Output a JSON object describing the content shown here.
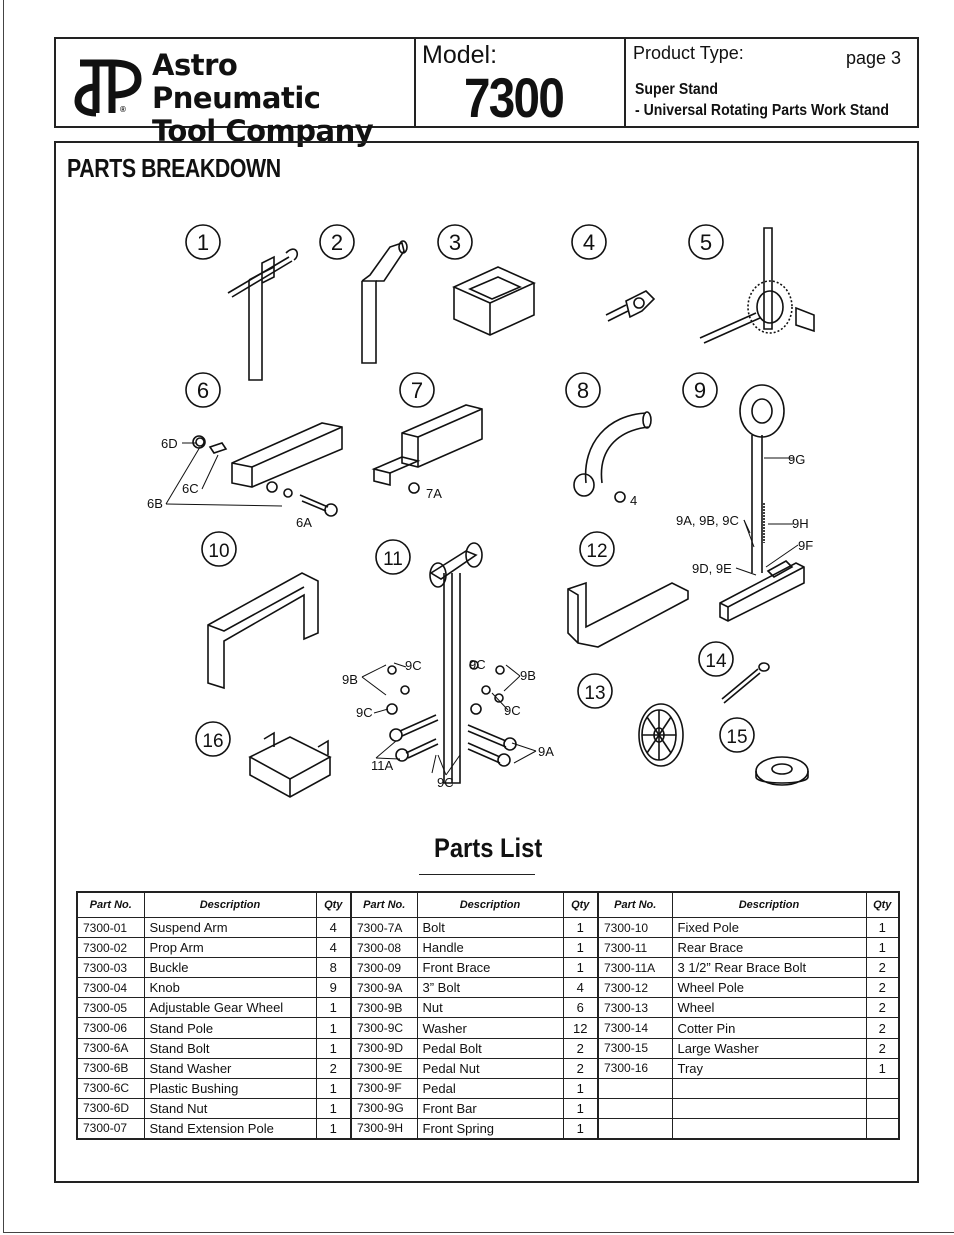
{
  "header": {
    "company_line1": "Astro Pneumatic",
    "company_line2": "Tool Company",
    "registered": "®",
    "model_label": "Model:",
    "model_number": "7300",
    "product_type_label": "Product Type:",
    "page": "page 3",
    "product_type_line1": "Super Stand",
    "product_type_line2": "- Universal Rotating Parts Work Stand"
  },
  "section_title": "PARTS BREAKDOWN",
  "diagram_labels": {
    "n1": "1",
    "n2": "2",
    "n3": "3",
    "n4": "4",
    "n5": "5",
    "n6": "6",
    "n7": "7",
    "n8": "8",
    "n9": "9",
    "n10": "10",
    "n11": "11",
    "n12": "12",
    "n13": "13",
    "n14": "14",
    "n15": "15",
    "n16": "16",
    "c6D": "6D",
    "c6C": "6C",
    "c6B": "6B",
    "c6A": "6A",
    "c7A": "7A",
    "c4": "4",
    "c9G": "9G",
    "c9ABC": "9A, 9B, 9C",
    "c9H": "9H",
    "c9F": "9F",
    "c9DE": "9D, 9E",
    "c9C_l": "9C",
    "c9C_r": "9C",
    "c9B_l": "9B",
    "c9B_r": "9B",
    "c9C_ml": "9C",
    "c9C_mr": "9C",
    "c9A": "9A",
    "c11A": "11A",
    "c9C_b": "9C"
  },
  "parts_list_title": "Parts List",
  "table_headers": {
    "part_no": "Part No.",
    "description": "Description",
    "qty": "Qty"
  },
  "parts": [
    [
      {
        "part_no": "7300-01",
        "description": "Suspend Arm",
        "qty": "4"
      },
      {
        "part_no": "7300-02",
        "description": "Prop Arm",
        "qty": "4"
      },
      {
        "part_no": "7300-03",
        "description": "Buckle",
        "qty": "8"
      },
      {
        "part_no": "7300-04",
        "description": "Knob",
        "qty": "9"
      },
      {
        "part_no": "7300-05",
        "description": "Adjustable Gear Wheel",
        "qty": "1"
      },
      {
        "part_no": "7300-06",
        "description": "Stand Pole",
        "qty": "1"
      },
      {
        "part_no": "7300-6A",
        "description": "Stand Bolt",
        "qty": "1"
      },
      {
        "part_no": "7300-6B",
        "description": "Stand Washer",
        "qty": "2"
      },
      {
        "part_no": "7300-6C",
        "description": "Plastic Bushing",
        "qty": "1"
      },
      {
        "part_no": "7300-6D",
        "description": "Stand Nut",
        "qty": "1"
      },
      {
        "part_no": "7300-07",
        "description": "Stand Extension Pole",
        "qty": "1"
      }
    ],
    [
      {
        "part_no": "7300-7A",
        "description": "Bolt",
        "qty": "1"
      },
      {
        "part_no": "7300-08",
        "description": "Handle",
        "qty": "1"
      },
      {
        "part_no": "7300-09",
        "description": "Front Brace",
        "qty": "1"
      },
      {
        "part_no": "7300-9A",
        "description": "3” Bolt",
        "qty": "4"
      },
      {
        "part_no": "7300-9B",
        "description": "Nut",
        "qty": "6"
      },
      {
        "part_no": "7300-9C",
        "description": "Washer",
        "qty": "12"
      },
      {
        "part_no": "7300-9D",
        "description": "Pedal Bolt",
        "qty": "2"
      },
      {
        "part_no": "7300-9E",
        "description": "Pedal Nut",
        "qty": "2"
      },
      {
        "part_no": "7300-9F",
        "description": "Pedal",
        "qty": "1"
      },
      {
        "part_no": "7300-9G",
        "description": "Front Bar",
        "qty": "1"
      },
      {
        "part_no": "7300-9H",
        "description": "Front Spring",
        "qty": "1"
      }
    ],
    [
      {
        "part_no": "7300-10",
        "description": "Fixed Pole",
        "qty": "1"
      },
      {
        "part_no": "7300-11",
        "description": "Rear Brace",
        "qty": "1"
      },
      {
        "part_no": "7300-11A",
        "description": "3 1/2” Rear Brace Bolt",
        "qty": "2"
      },
      {
        "part_no": "7300-12",
        "description": "Wheel Pole",
        "qty": "2"
      },
      {
        "part_no": "7300-13",
        "description": "Wheel",
        "qty": "2"
      },
      {
        "part_no": "7300-14",
        "description": "Cotter Pin",
        "qty": "2"
      },
      {
        "part_no": "7300-15",
        "description": "Large Washer",
        "qty": "2"
      },
      {
        "part_no": "7300-16",
        "description": "Tray",
        "qty": "1"
      },
      {
        "part_no": "",
        "description": "",
        "qty": ""
      },
      {
        "part_no": "",
        "description": "",
        "qty": ""
      },
      {
        "part_no": "",
        "description": "",
        "qty": ""
      }
    ]
  ],
  "colors": {
    "ink": "#111111",
    "border": "#222222"
  }
}
